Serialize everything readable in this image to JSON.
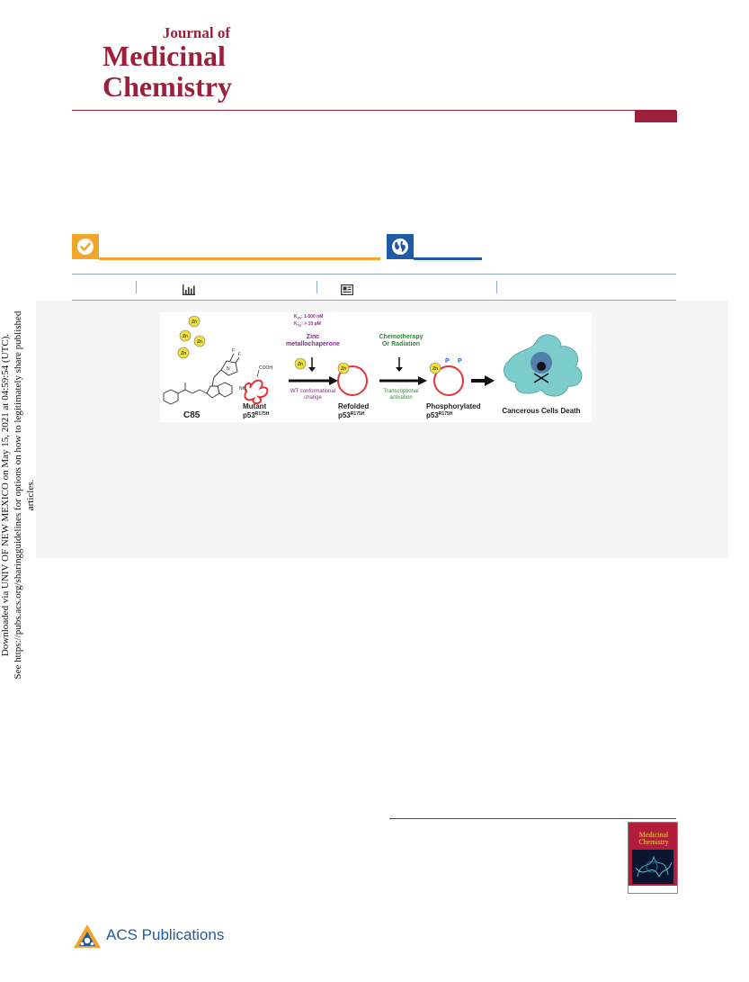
{
  "journal": {
    "line1": "Journal of",
    "line2": "Medicinal",
    "line3": "Chemistry",
    "brand_color": "#9c1f3b"
  },
  "access_badges": [
    {
      "icon": "check-circle-icon",
      "color": "#f3a52b"
    },
    {
      "icon": "globe-icon",
      "color": "#1f5aa6"
    }
  ],
  "metrics_icons": [
    "bar-chart-icon",
    "article-icon"
  ],
  "toc_graphic": {
    "compound_label": "C85",
    "zinc_label": "Zn",
    "kd_zn": "K",
    "kd_zn_sub": "Zn",
    "kd_zn_val": ": 1-500 nM",
    "kd_cu": "K",
    "kd_cu_sub": "Cu",
    "kd_cu_val": ": > 10 pM",
    "zinc_line1": "Zinc",
    "zinc_line2": "metallochaperone",
    "wt_line1": "WT conformational",
    "wt_line2": "change",
    "chemo_line1": "Chemotherapy",
    "chemo_line2": "Or Radiation",
    "trans_line1": "Transcriptional",
    "trans_line2": "activation",
    "cooh": "COOH",
    "nh2": "NH",
    "nh2_sub": "2",
    "mutant": "Mutant",
    "refolded": "Refolded",
    "phosphorylated": "Phosphorylated",
    "p53": "p53",
    "mutation": "R175H",
    "phospho": "P",
    "death": "Cancerous Cells Death",
    "colors": {
      "purple": "#8a2a8c",
      "green": "#2e8b2e",
      "red": "#e53333",
      "zinc": "#f2e03a",
      "cell": "#7ccccc"
    }
  },
  "side_note": {
    "line1": "Downloaded via UNIV OF NEW MEXICO on May 15, 2021 at 04:59:54 (UTC).",
    "line2": "See https://pubs.acs.org/sharingguidelines for options on how to legitimately share published articles."
  },
  "cover": {
    "title_line1": "Medicinal",
    "title_line2": "Chemistry"
  },
  "publisher": {
    "name": "ACS Publications"
  }
}
